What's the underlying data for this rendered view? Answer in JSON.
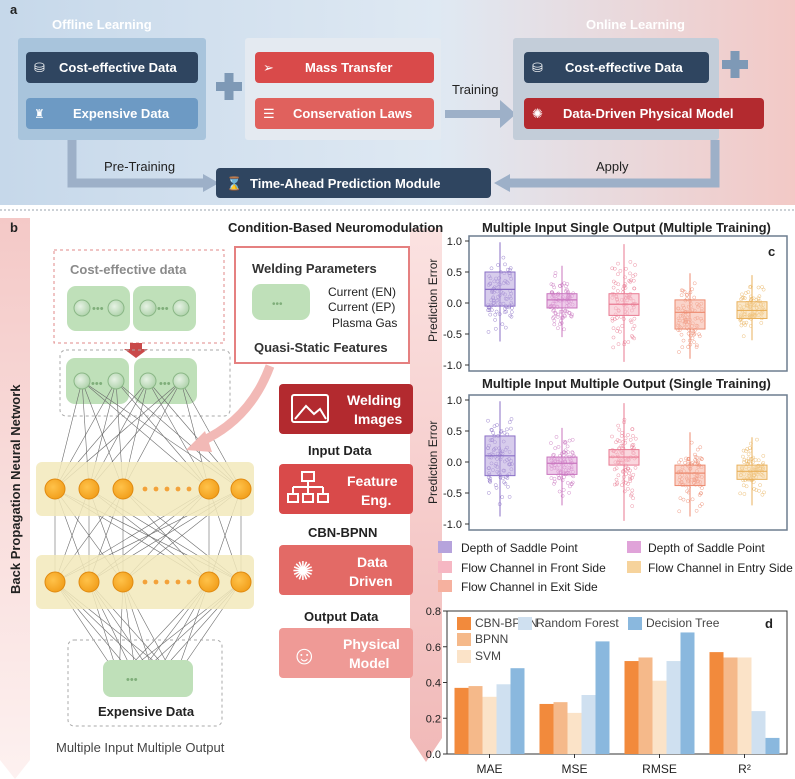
{
  "panel_a": {
    "label": "a",
    "offline_title": "Offline Learning",
    "online_title": "Online Learning",
    "cost_effective": "Cost-effective Data",
    "expensive": "Expensive Data",
    "mass_transfer": "Mass Transfer",
    "conservation": "Conservation Laws",
    "training": "Training",
    "online_cost_effective": "Cost-effective Data",
    "ddpm": "Data-Driven Physical Model",
    "pretraining": "Pre-Training",
    "apply": "Apply",
    "module": "Time-Ahead Prediction Module"
  },
  "panel_b": {
    "label": "b",
    "side_title": "Back Propagation Neural Network",
    "cond_title": "Condition-Based Neuromodulation",
    "cost_effective_data": "Cost-effective data",
    "expensive_data": "Expensive Data",
    "mimo": "Multiple Input Multiple Output",
    "welding_params": "Welding Parameters",
    "params": [
      "Current (EN)",
      "Current (EP)",
      "Plasma Gas"
    ],
    "quasi_static": "Quasi-Static Features",
    "welding_images": [
      "Welding",
      "Images"
    ],
    "input_data": "Input Data",
    "feature_eng": [
      "Feature",
      "Eng."
    ],
    "cbn_bpnn": "CBN-BPNN",
    "data_driven": [
      "Data",
      "Driven"
    ],
    "output_data": "Output Data",
    "physical_model": [
      "Physical",
      "Model"
    ]
  },
  "panel_c": {
    "label": "c",
    "top_title": "Multiple Input Single Output (Multiple Training)",
    "bottom_title": "Multiple Input Multiple Output (Single Training)",
    "ylabel": "Prediction Error",
    "yticks": [
      "1.0",
      "0.5",
      "0.0",
      "-0.5",
      "-1.0"
    ],
    "legend": [
      {
        "label": "Depth of Saddle Point",
        "color": "#b6a3dc"
      },
      {
        "label": "Depth of Saddle Point",
        "color": "#e0a3d9"
      },
      {
        "label": "Flow Channel in Front Side",
        "color": "#f6b7c3"
      },
      {
        "label": "Flow Channel in Entry Side",
        "color": "#f6d39c"
      },
      {
        "label": "Flow Channel in Exit Side",
        "color": "#f6b19f"
      }
    ]
  },
  "chart_data": {
    "type": "bar",
    "label": "d",
    "categories": [
      "MAE",
      "MSE",
      "RMSE",
      "R²"
    ],
    "ylim": [
      0,
      0.8
    ],
    "yticks": [
      "0.0",
      "0.2",
      "0.4",
      "0.6",
      "0.8"
    ],
    "series": [
      {
        "name": "CBN-BPNN",
        "values": [
          0.37,
          0.28,
          0.52,
          0.57
        ],
        "color": "#f28a3c"
      },
      {
        "name": "BPNN",
        "values": [
          0.38,
          0.29,
          0.54,
          0.54
        ],
        "color": "#f5b98a"
      },
      {
        "name": "SVM",
        "values": [
          0.32,
          0.23,
          0.41,
          0.54
        ],
        "color": "#fbe3c8"
      },
      {
        "name": "Random Forest",
        "values": [
          0.39,
          0.33,
          0.52,
          0.24
        ],
        "color": "#cfe0f0"
      },
      {
        "name": "Decision Tree",
        "values": [
          0.48,
          0.63,
          0.68,
          0.09
        ],
        "color": "#8ab8de"
      }
    ]
  }
}
